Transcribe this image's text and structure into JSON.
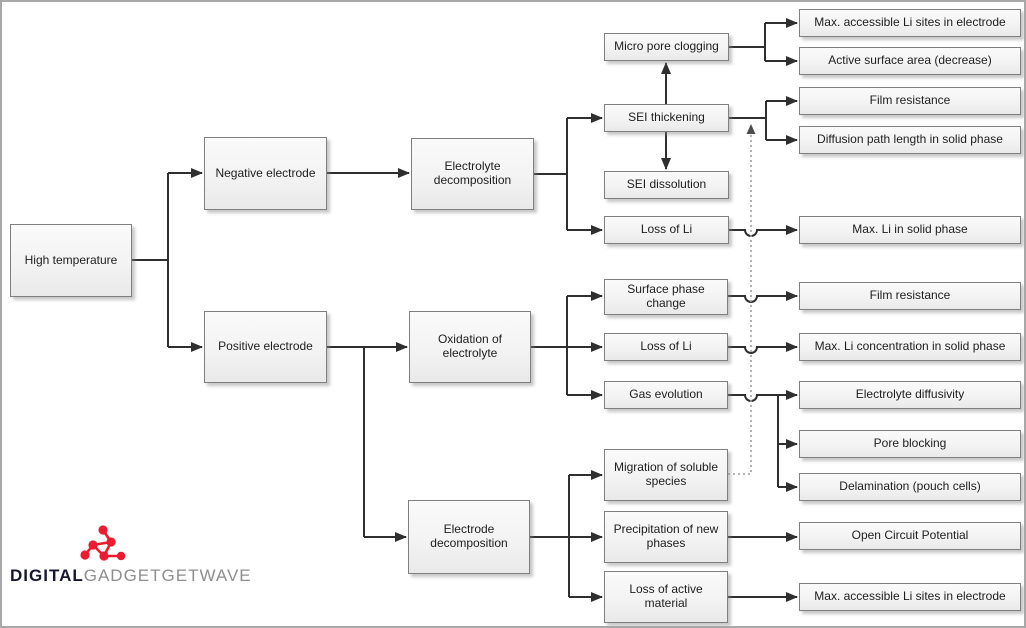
{
  "flowchart": {
    "nodes": {
      "high_temperature": "High temperature",
      "negative_electrode": "Negative electrode",
      "positive_electrode": "Positive electrode",
      "electrolyte_decomposition": "Electrolyte decomposition",
      "oxidation_of_electrolyte": "Oxidation of electrolyte",
      "electrode_decomposition": "Electrode decomposition",
      "micro_pore_clogging": "Micro pore clogging",
      "sei_thickening": "SEI thickening",
      "sei_dissolution": "SEI dissolution",
      "loss_of_li_negative": "Loss of Li",
      "surface_phase_change": "Surface phase change",
      "loss_of_li_positive": "Loss of Li",
      "gas_evolution": "Gas evolution",
      "migration_of_soluble_species": "Migration of soluble species",
      "precipitation_of_new_phases": "Precipitation of new phases",
      "loss_of_active_material": "Loss of active material",
      "max_accessible_li_sites_1": "Max. accessible Li sites in electrode",
      "active_surface_area": "Active surface area (decrease)",
      "film_resistance_1": "Film resistance",
      "diffusion_path_length": "Diffusion path length in solid phase",
      "max_li_in_solid_phase": "Max. Li in solid phase",
      "film_resistance_2": "Film resistance",
      "max_li_concentration": "Max. Li concentration in solid phase",
      "electrolyte_diffusivity": "Electrolyte diffusivity",
      "pore_blocking": "Pore blocking",
      "delamination_pouch_cells": "Delamination (pouch cells)",
      "open_circuit_potential": "Open Circuit Potential",
      "max_accessible_li_sites_2": "Max. accessible Li sites in electrode"
    },
    "edges": [
      {
        "from": "High temperature",
        "to": "Negative electrode",
        "style": "solid-arrow"
      },
      {
        "from": "High temperature",
        "to": "Positive electrode",
        "style": "solid-arrow"
      },
      {
        "from": "Negative electrode",
        "to": "Electrolyte decomposition",
        "style": "solid-arrow"
      },
      {
        "from": "Electrolyte decomposition",
        "to": "SEI thickening",
        "style": "solid-arrow"
      },
      {
        "from": "Electrolyte decomposition",
        "to": "Loss of Li",
        "style": "solid-arrow"
      },
      {
        "from": "SEI thickening",
        "to": "Micro pore clogging",
        "style": "solid-arrow-up"
      },
      {
        "from": "SEI thickening",
        "to": "SEI dissolution",
        "style": "solid-arrow-down"
      },
      {
        "from": "SEI thickening",
        "to": "Film resistance",
        "style": "solid-arrow"
      },
      {
        "from": "SEI thickening",
        "to": "Diffusion path length in solid phase",
        "style": "solid-arrow"
      },
      {
        "from": "Micro pore clogging",
        "to": "Max. accessible Li sites in electrode",
        "style": "solid-arrow"
      },
      {
        "from": "Micro pore clogging",
        "to": "Active surface area (decrease)",
        "style": "solid-arrow"
      },
      {
        "from": "Loss of Li (negative branch)",
        "to": "Max. Li in solid phase",
        "style": "solid-arrow-hop"
      },
      {
        "from": "Positive electrode",
        "to": "Oxidation of electrolyte",
        "style": "solid-arrow"
      },
      {
        "from": "Positive electrode",
        "to": "Electrode decomposition",
        "style": "solid-arrow"
      },
      {
        "from": "Oxidation of electrolyte",
        "to": "Surface phase change",
        "style": "solid-arrow"
      },
      {
        "from": "Oxidation of electrolyte",
        "to": "Loss of Li",
        "style": "solid-arrow"
      },
      {
        "from": "Oxidation of electrolyte",
        "to": "Gas evolution",
        "style": "solid-arrow"
      },
      {
        "from": "Surface phase change",
        "to": "Film resistance",
        "style": "solid-arrow-hop"
      },
      {
        "from": "Loss of Li (positive branch)",
        "to": "Max. Li concentration in solid phase",
        "style": "solid-arrow-hop"
      },
      {
        "from": "Gas evolution",
        "to": "Electrolyte diffusivity",
        "style": "solid-arrow-hop"
      },
      {
        "from": "Gas evolution",
        "to": "Pore blocking",
        "style": "solid-arrow"
      },
      {
        "from": "Gas evolution",
        "to": "Delamination (pouch cells)",
        "style": "solid-arrow"
      },
      {
        "from": "Electrode decomposition",
        "to": "Migration of soluble species",
        "style": "solid-arrow"
      },
      {
        "from": "Electrode decomposition",
        "to": "Precipitation of new phases",
        "style": "solid-arrow"
      },
      {
        "from": "Electrode decomposition",
        "to": "Loss of active material",
        "style": "solid-arrow"
      },
      {
        "from": "Migration of soluble species",
        "to": "SEI thickening output line",
        "style": "dotted-arrow"
      },
      {
        "from": "Precipitation of new phases",
        "to": "Open Circuit Potential",
        "style": "solid-arrow"
      },
      {
        "from": "Loss of active material",
        "to": "Max. accessible Li sites in electrode",
        "style": "solid-arrow"
      }
    ]
  },
  "logo": {
    "brand_bold": "DIGITAL",
    "brand_rest": "GADGETGETWAVE",
    "icon": "molecule-network-icon"
  },
  "colors": {
    "page_border": "#a8a8a8",
    "box_border": "#7f7f7f",
    "box_fill_top": "#fafafa",
    "box_fill_bottom": "#e9e9e9",
    "connector": "#2f2f2f",
    "dotted_connector": "#9f9f9f",
    "logo_red": "#ed1b2f",
    "logo_dark": "#171730",
    "logo_gray": "#8e8e8e"
  }
}
